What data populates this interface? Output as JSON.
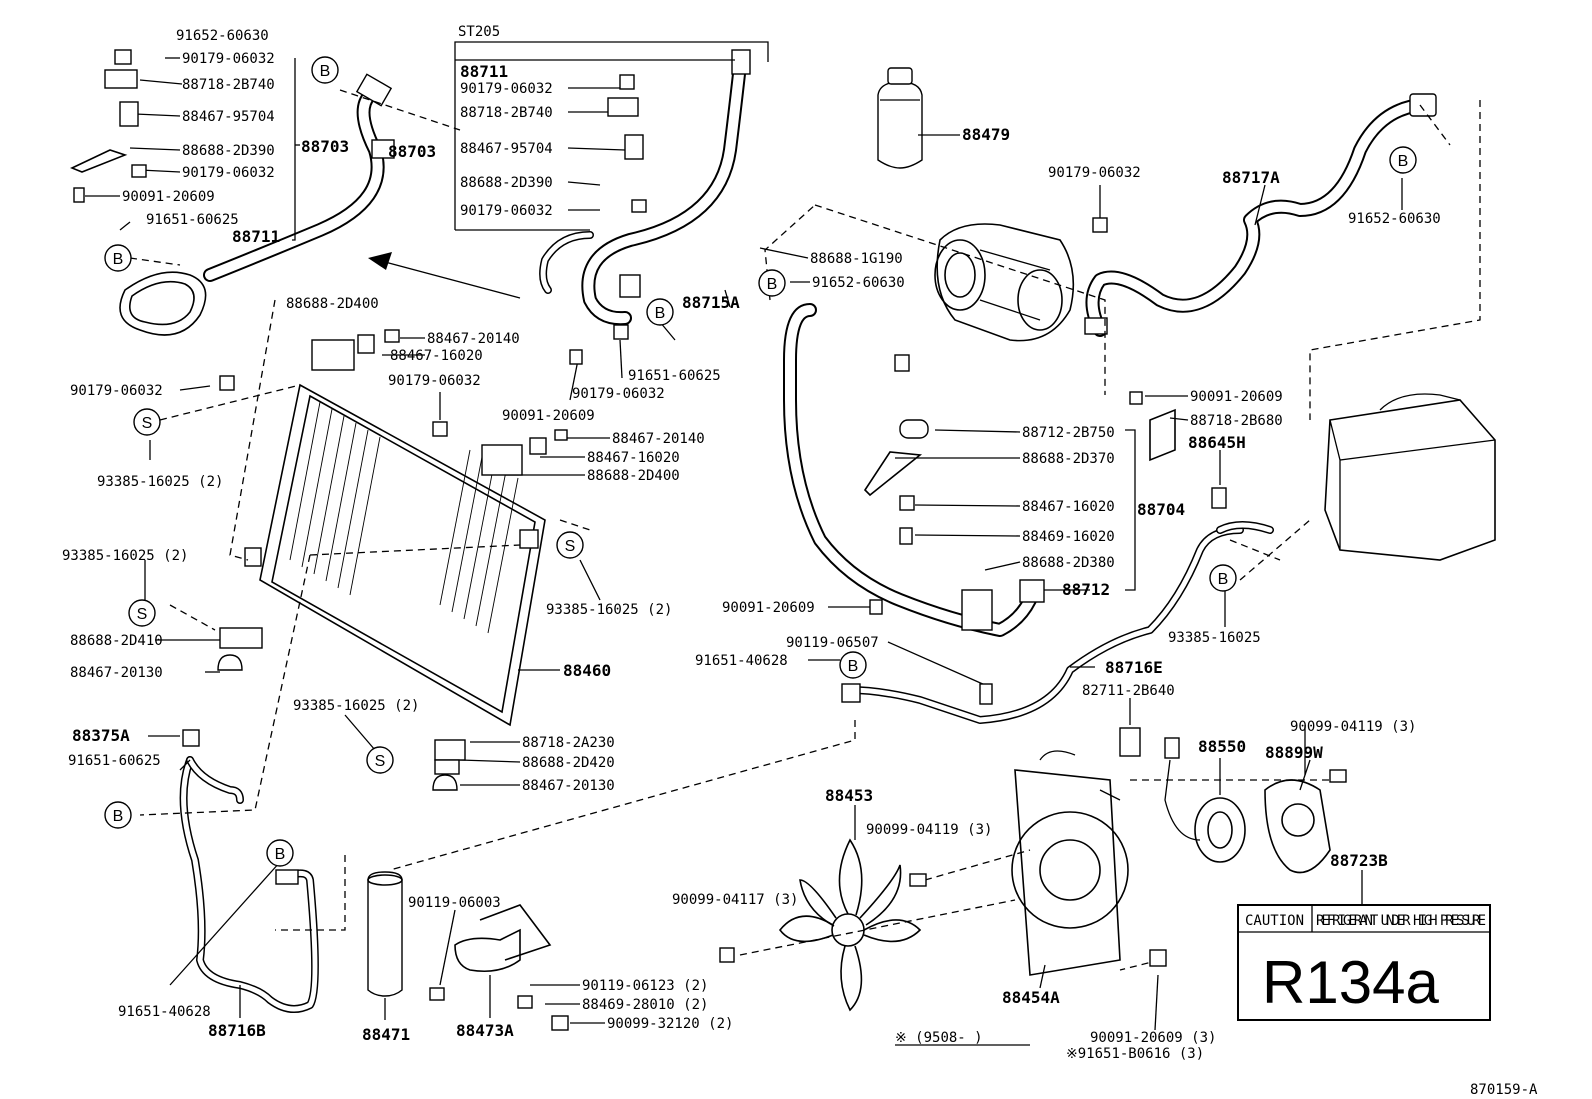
{
  "diagram_code": "870159-A",
  "group_label": "ST205",
  "note": "※ (9508-          )",
  "warning_label": {
    "caution": "CAUTION",
    "text": "REFRIGERANT UNDER HIGH PRESSURE",
    "refrigerant": "R134a"
  },
  "circle_markers": {
    "b": "B",
    "s": "S"
  },
  "labels": [
    "91652-60630",
    "90179-06032",
    "88718-2B740",
    "88467-95704",
    "88703",
    "88688-2D390",
    "90179-06032",
    "90091-20609",
    "91651-60625",
    "88711",
    "88703",
    "88711",
    "90179-06032",
    "88718-2B740",
    "88467-95704",
    "88688-2D390",
    "90179-06032",
    "88479",
    "90179-06032",
    "88717A",
    "91652-60630",
    "88688-1G190",
    "91652-60630",
    "88715A",
    "91651-60625",
    "88688-2D400",
    "88467-20140",
    "88467-16020",
    "90179-06032",
    "90091-20609",
    "90179-06032",
    "90179-06032",
    "90091-20609",
    "88718-2B680",
    "88645H",
    "88712-2B750",
    "88688-2D370",
    "88467-16020",
    "88704",
    "88469-16020",
    "88688-2D380",
    "88712",
    "93385-16025 (2)",
    "88467-20140",
    "88467-16020",
    "88688-2D400",
    "93385-16025 (2)",
    "93385-16025 (2)",
    "88688-2D410",
    "88467-20130",
    "88460",
    "90091-20609",
    "90119-06507",
    "91651-40628",
    "88716E",
    "82711-2B640",
    "93385-16025",
    "93385-16025 (2)",
    "88718-2A230",
    "88688-2D420",
    "88467-20130",
    "88375A",
    "91651-60625",
    "88453",
    "90099-04119 (3)",
    "88550",
    "90099-04119 (3)",
    "88899W",
    "88723B",
    "90119-06003",
    "90099-04117 (3)",
    "90119-06123 (2)",
    "88469-28010 (2)",
    "90099-32120 (2)",
    "91651-40628",
    "88716B",
    "88471",
    "88473A",
    "88454A",
    "90091-20609 (3)",
    "※91651-B0616 (3)"
  ]
}
